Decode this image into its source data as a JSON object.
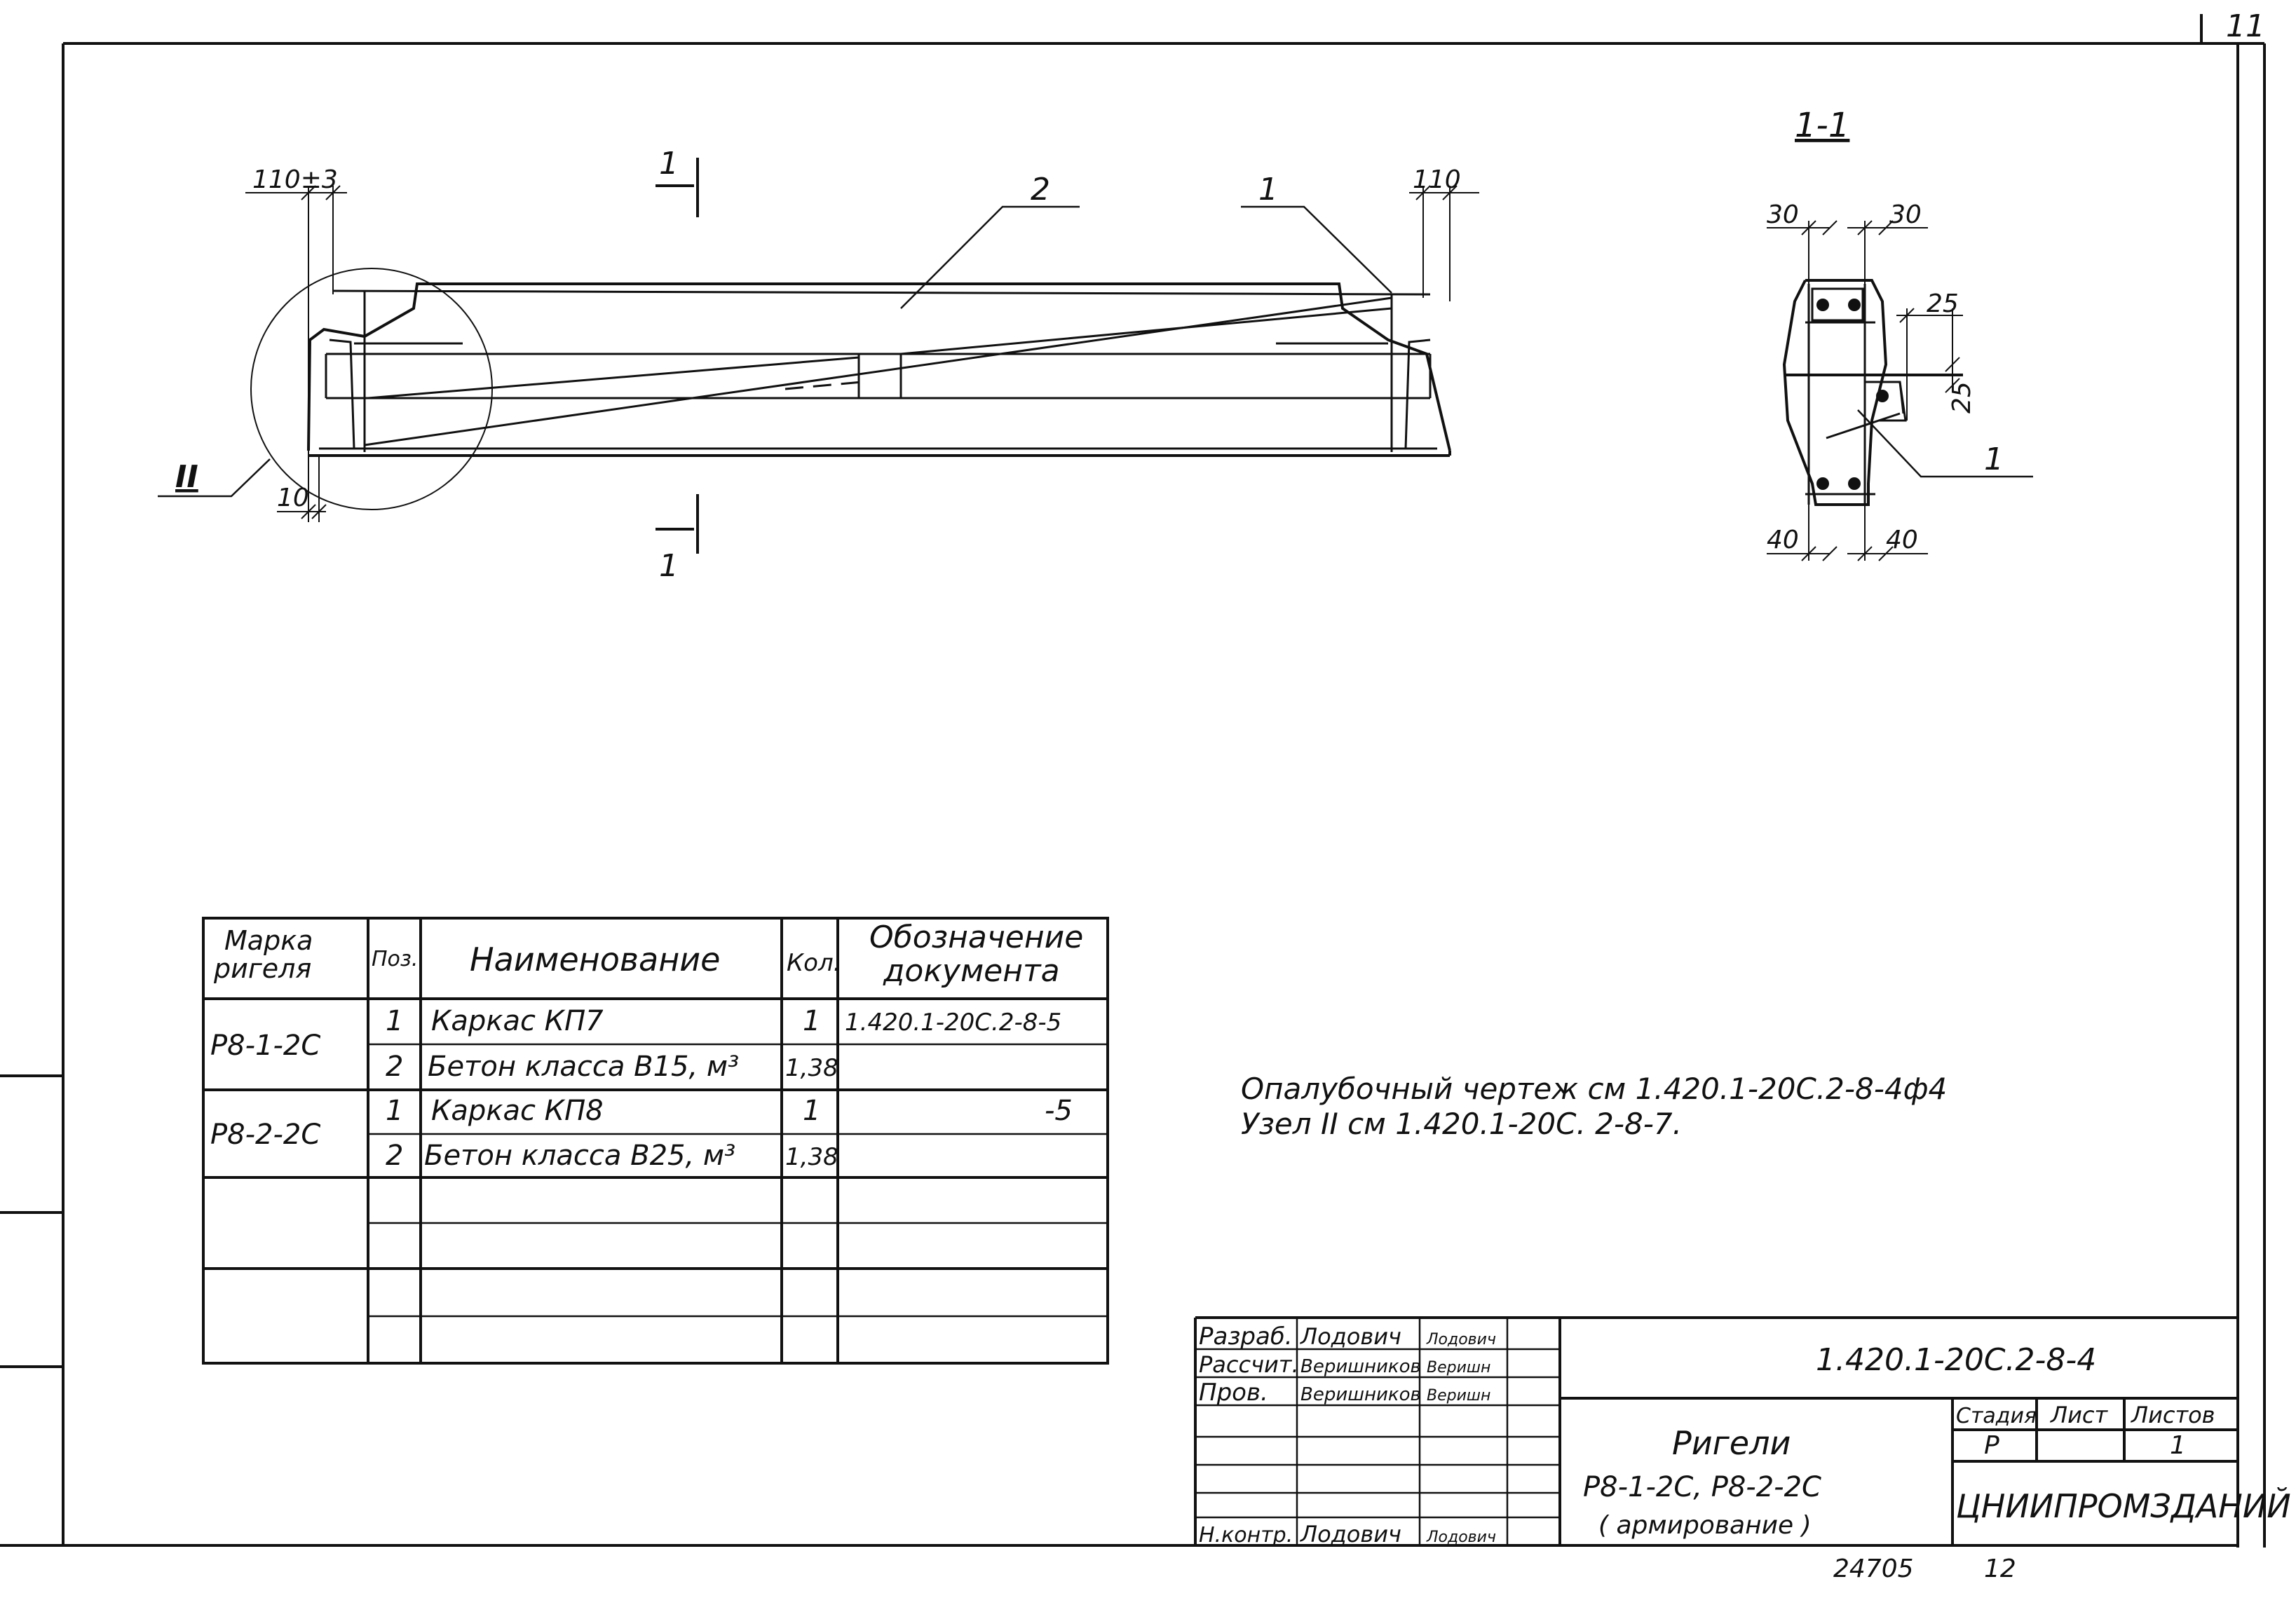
{
  "sheet": {
    "corner_number": "11"
  },
  "elevation": {
    "dim_left_top": "110±3",
    "dim_left_bottom": "10",
    "dim_right_top": "110",
    "section_mark_top": "1",
    "section_mark_bottom": "1",
    "leader_1": "1",
    "leader_2": "2",
    "node_mark": "II"
  },
  "section": {
    "title": "1-1",
    "dim_top_left": "30",
    "dim_top_right": "30",
    "dim_right_top": "25",
    "dim_right_side": "25",
    "dim_bottom_left": "40",
    "dim_bottom_right": "40",
    "leader_1": "1"
  },
  "spec_table": {
    "headers": {
      "mark": [
        "Марка",
        "ригеля"
      ],
      "pos": "Поз.",
      "name": "Наименование",
      "qty": "Кол.",
      "doc": [
        "Обозначение",
        "документа"
      ]
    },
    "groups": [
      {
        "mark": "Р8-1-2С",
        "rows": [
          {
            "pos": "1",
            "name": "Каркас   КП7",
            "qty": "1",
            "doc": "1.420.1-20С.2-8-5"
          },
          {
            "pos": "2",
            "name": "Бетон класса В15, м³",
            "qty": "1,38",
            "doc": ""
          }
        ]
      },
      {
        "mark": "Р8-2-2С",
        "rows": [
          {
            "pos": "1",
            "name": "Каркас   КП8",
            "qty": "1",
            "doc": "-5"
          },
          {
            "pos": "2",
            "name": "Бетон класса В25, м³",
            "qty": "1,38",
            "doc": ""
          }
        ]
      }
    ]
  },
  "notes": [
    "Опалубочный чертеж см 1.420.1-20С.2-8-4ф4",
    "Узел II см 1.420.1-20С. 2-8-7."
  ],
  "title_block": {
    "designation": "1.420.1-20С.2-8-4",
    "roles": [
      {
        "role": "Разраб.",
        "name": "Лодович",
        "sign": "Лодович"
      },
      {
        "role": "Рассчит.",
        "name": "Веришников",
        "sign": "Веришн"
      },
      {
        "role": "Пров.",
        "name": "Веришников",
        "sign": "Веришн"
      },
      {
        "role": "",
        "name": "",
        "sign": ""
      },
      {
        "role": "",
        "name": "",
        "sign": ""
      },
      {
        "role": "",
        "name": "",
        "sign": ""
      },
      {
        "role": "Н.контр.",
        "name": "Лодович",
        "sign": "Лодович"
      }
    ],
    "title_lines": [
      "Ригели",
      "Р8-1-2С, Р8-2-2С",
      "( армирование )"
    ],
    "stage_label": "Стадия",
    "sheet_label": "Лист",
    "sheets_label": "Листов",
    "stage": "Р",
    "sheet": "",
    "sheets": "1",
    "organization": "ЦНИИПРОМЗДАНИЙ",
    "inv_number": "24705",
    "page_number": "12"
  }
}
